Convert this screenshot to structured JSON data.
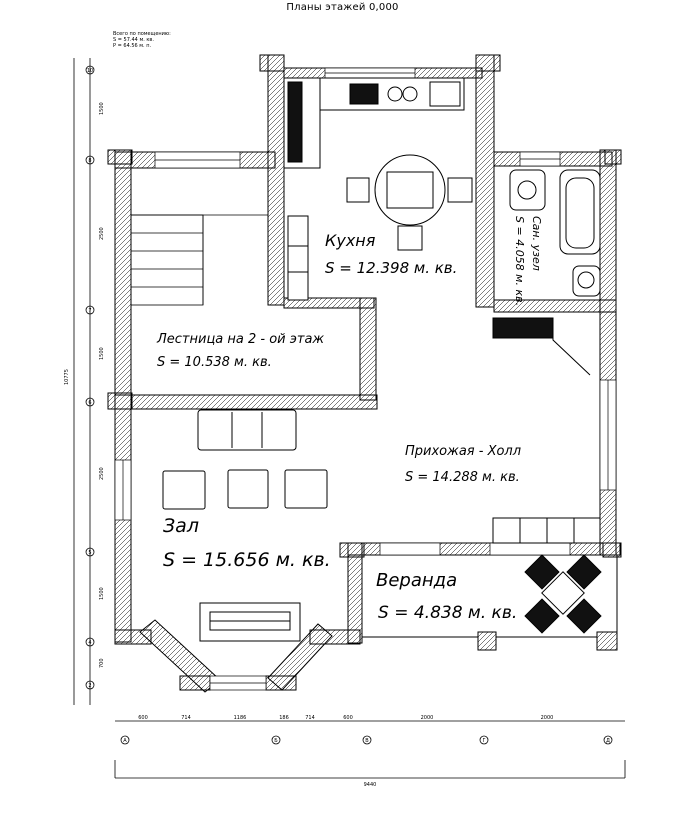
{
  "title": "Планы этажей 0,000",
  "totals": {
    "heading": "Всего по помещению:",
    "area": "S  =  57.44 м. кв.",
    "perimeter": "P  =  64.56 м. п."
  },
  "rooms": [
    {
      "name": "Кухня",
      "area": "S = 12.398 м. кв."
    },
    {
      "name": "Лестница на 2 - ой этаж",
      "area": "S = 10.538 м. кв."
    },
    {
      "name": "Сан. узел",
      "area": "S = 4.058 м. кв."
    },
    {
      "name": "Прихожая - Холл",
      "area": "S = 14.288 м. кв."
    },
    {
      "name": "Зал",
      "area": "S = 15.656 м. кв."
    },
    {
      "name": "Веранда",
      "area": "S = 4.838 м. кв."
    }
  ],
  "dimensions": {
    "left_total": "10775",
    "left_segments": [
      "1500",
      "2500",
      "1500",
      "2500",
      "1500",
      "700"
    ],
    "bottom_segments": [
      "600",
      "714",
      "1186",
      "186",
      "714",
      "600",
      "2000",
      "2000"
    ],
    "bottom_total": "9440"
  },
  "axes": {
    "rows": [
      "10",
      "8",
      "7",
      "6",
      "5",
      "4",
      "2"
    ],
    "columns": [
      "А",
      "Б",
      "В",
      "Г",
      "Д"
    ]
  }
}
